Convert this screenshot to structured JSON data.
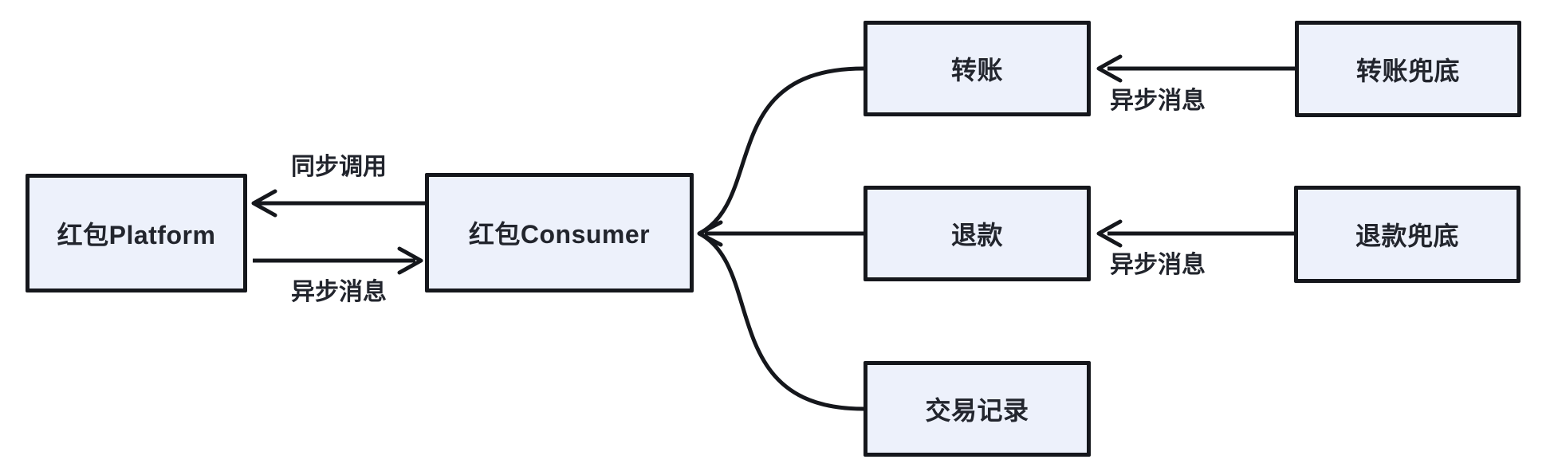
{
  "diagram": {
    "nodes": {
      "platform": {
        "label": "红包Platform"
      },
      "consumer": {
        "label": "红包Consumer"
      },
      "transfer": {
        "label": "转账"
      },
      "refund": {
        "label": "退款"
      },
      "transaction_record": {
        "label": "交易记录"
      },
      "transfer_fallback": {
        "label": "转账兜底"
      },
      "refund_fallback": {
        "label": "退款兜底"
      }
    },
    "edge_labels": {
      "sync_call": "同步调用",
      "async_message_platform": "异步消息",
      "async_message_transfer": "异步消息",
      "async_message_refund": "异步消息"
    },
    "colors": {
      "background": "#ffffff",
      "node_fill": "#edf1fb",
      "node_border": "#15171c",
      "edge": "#15171c",
      "text": "#22252d"
    }
  }
}
